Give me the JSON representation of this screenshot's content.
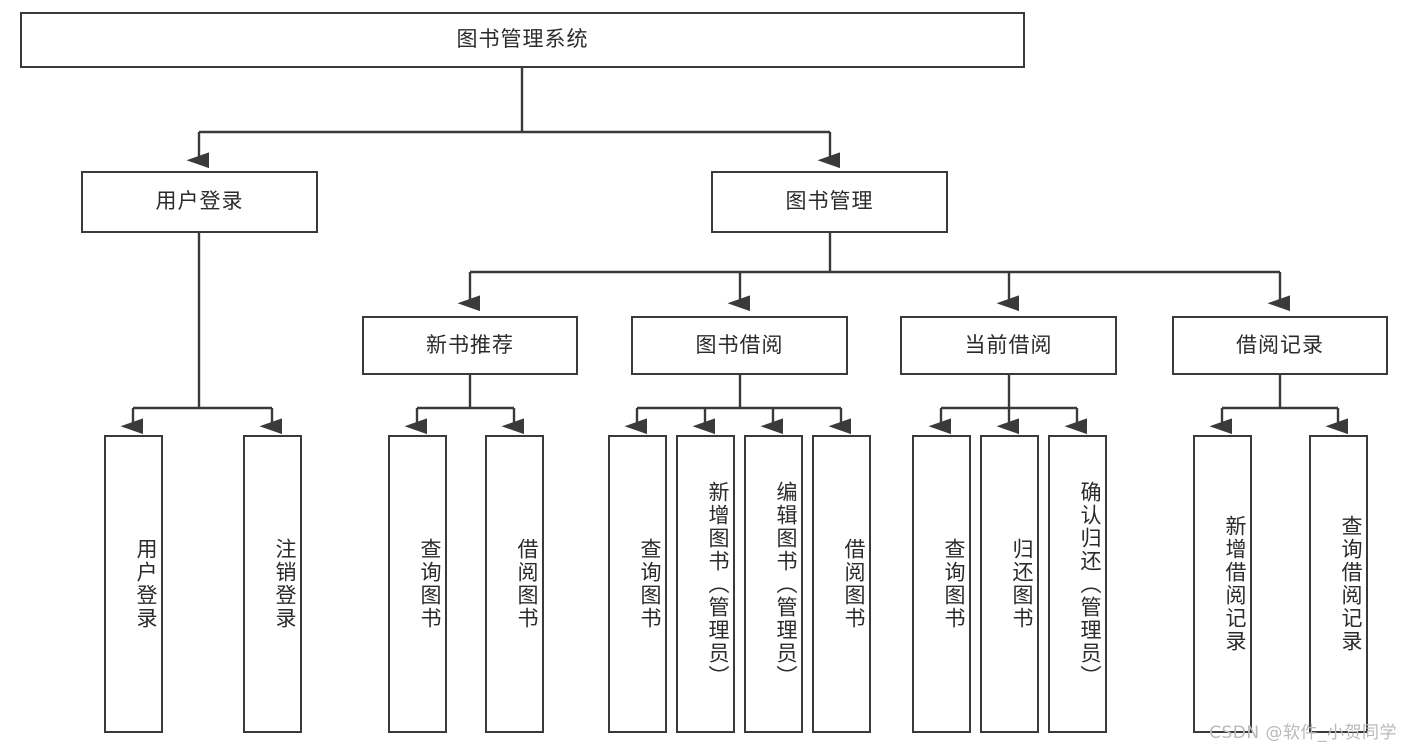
{
  "diagram": {
    "type": "tree",
    "title": "图书管理系统",
    "root": {
      "label": "图书管理系统"
    },
    "level2": [
      {
        "label": "用户登录"
      },
      {
        "label": "图书管理"
      }
    ],
    "level3": [
      {
        "label": "新书推荐"
      },
      {
        "label": "图书借阅"
      },
      {
        "label": "当前借阅"
      },
      {
        "label": "借阅记录"
      }
    ],
    "leaves": {
      "user_login": [
        {
          "label": "用户登录"
        },
        {
          "label": "注销登录"
        }
      ],
      "new_book_recommend": [
        {
          "label": "查询图书"
        },
        {
          "label": "借阅图书"
        }
      ],
      "book_borrow": [
        {
          "label": "查询图书"
        },
        {
          "label": "新增图书（管理员）"
        },
        {
          "label": "编辑图书（管理员）"
        },
        {
          "label": "借阅图书"
        }
      ],
      "current_borrow": [
        {
          "label": "查询图书"
        },
        {
          "label": "归还图书"
        },
        {
          "label": "确认归还（管理员）"
        }
      ],
      "borrow_record": [
        {
          "label": "新增借阅记录"
        },
        {
          "label": "查询借阅记录"
        }
      ]
    }
  },
  "watermark": {
    "text": "CSDN @软件_小贺同学"
  },
  "colors": {
    "border": "#3a3a3a",
    "text": "#2b2b2b",
    "background": "#ffffff",
    "watermark": "#b9b9b9"
  }
}
